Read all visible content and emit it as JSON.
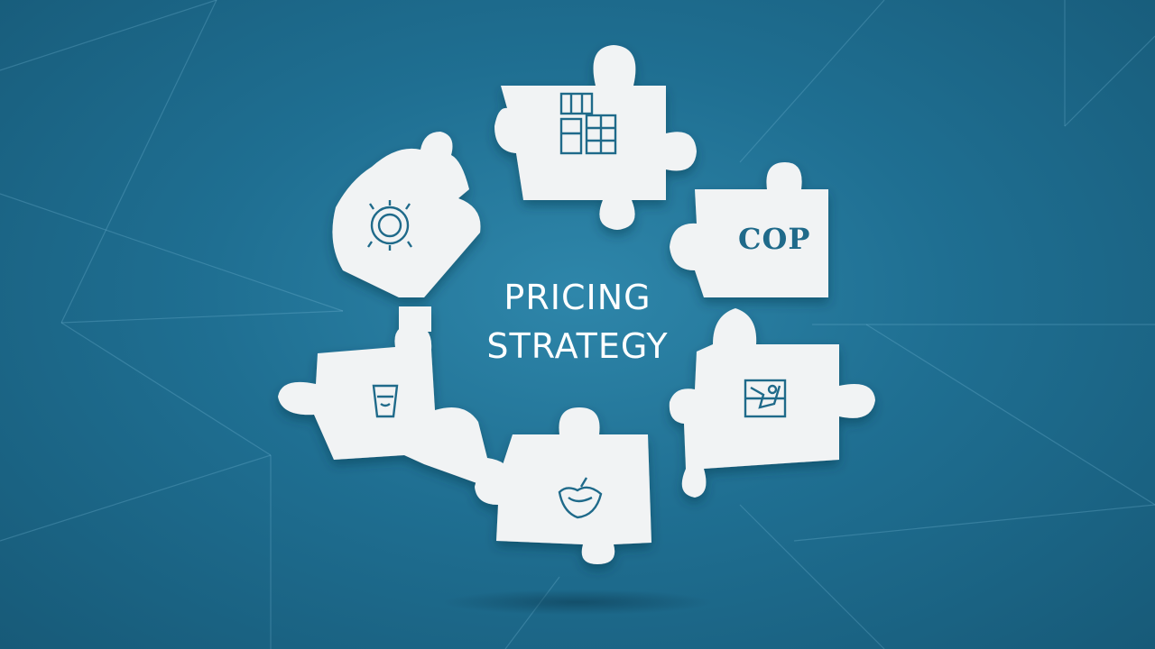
{
  "title": {
    "line1": "PRICING",
    "line2": "STRATEGY"
  },
  "pieces": [
    {
      "name": "top-piece",
      "icon": "storefront-icon"
    },
    {
      "name": "right-upper-piece",
      "icon": "cop-text",
      "text": "COP"
    },
    {
      "name": "right-lower-piece",
      "icon": "building-icon"
    },
    {
      "name": "bottom-piece",
      "icon": "bag-icon"
    },
    {
      "name": "left-lower-piece",
      "icon": "cup-icon"
    },
    {
      "name": "left-upper-piece",
      "icon": "badge-icon"
    }
  ],
  "colors": {
    "background": "#1f6f92",
    "piece": "#f1f3f4",
    "icon": "#1f6a8a",
    "title": "#ffffff"
  }
}
